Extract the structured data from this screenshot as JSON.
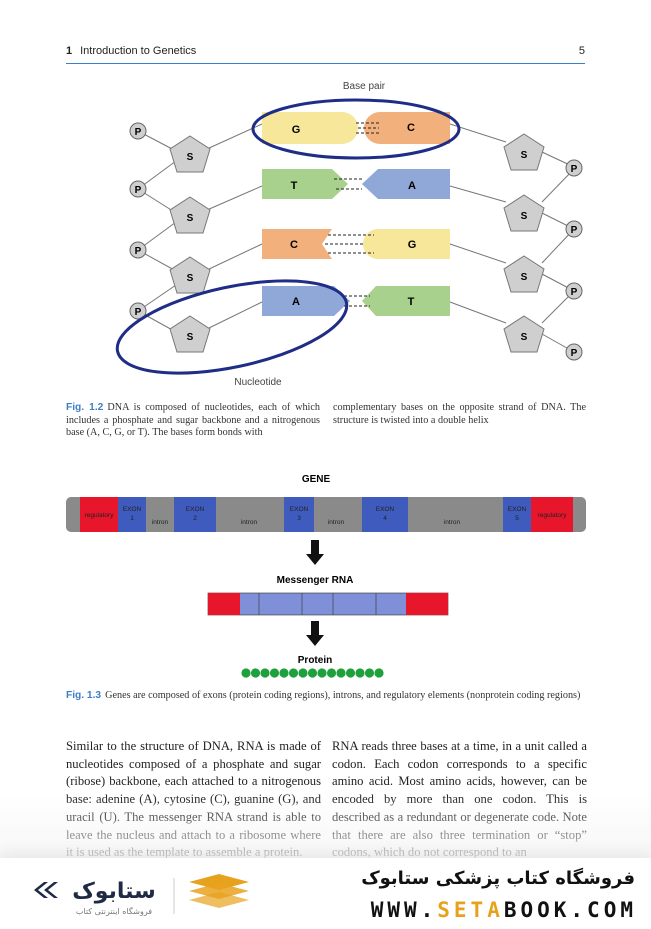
{
  "header": {
    "chapter_num": "1",
    "chapter_title": "Introduction to Genetics",
    "page_number": "5"
  },
  "figure_1_2": {
    "label_base_pair": "Base pair",
    "label_nucleotide": "Nucleotide",
    "phosphate": "P",
    "sugar": "S",
    "left_bases": [
      "G",
      "T",
      "C",
      "A"
    ],
    "right_bases": [
      "C",
      "A",
      "G",
      "T"
    ],
    "colors": {
      "G": "#f6e79a",
      "C": "#f2b07d",
      "T": "#a8d18d",
      "A": "#8fa8d8",
      "ellipse": "#1f2d87",
      "shape_fill": "#cfcfcf"
    },
    "caption_label": "Fig. 1.2",
    "caption_col1": "DNA is composed of nucleotides, each of which includes a phosphate and sugar backbone and a nitrogenous base (A, C, G, or T). The bases form bonds with",
    "caption_col2": "complementary bases on the opposite strand of DNA. The structure is twisted into a double helix"
  },
  "figure_1_3": {
    "title": "GENE",
    "segments": [
      {
        "label": "regulatory",
        "kind": "regulatory"
      },
      {
        "label": "EXON\n1",
        "kind": "exon"
      },
      {
        "label": "intron",
        "kind": "intron"
      },
      {
        "label": "EXON\n2",
        "kind": "exon"
      },
      {
        "label": "intron",
        "kind": "intron"
      },
      {
        "label": "EXON\n3",
        "kind": "exon"
      },
      {
        "label": "intron",
        "kind": "intron"
      },
      {
        "label": "EXON\n4",
        "kind": "exon"
      },
      {
        "label": "intron",
        "kind": "intron"
      },
      {
        "label": "EXON\n5",
        "kind": "exon"
      },
      {
        "label": "regulatory",
        "kind": "regulatory"
      }
    ],
    "mrna_label": "Messenger RNA",
    "protein_label": "Protein",
    "protein_bead_count": 15,
    "colors": {
      "regulatory": "#e8162b",
      "exon": "#3e5bbd",
      "intron": "#8a8a8a",
      "mrna_exon": "#7f8fd8",
      "protein": "#1ea13c"
    },
    "caption_label": "Fig. 1.3",
    "caption": "Genes are composed of exons (protein coding regions), introns, and regulatory elements (nonprotein coding regions)"
  },
  "body": {
    "col1": "Similar to the structure of DNA, RNA is made of nucleotides composed of a phosphate and sugar (ribose) backbone, each attached to a nitrogenous base: adenine (A), cytosine (C), guanine (G), and uracil (U). The messenger RNA strand is able to leave the nucleus and attach to a ribosome where it is used as the template to assemble a protein.",
    "col2": "RNA reads three bases at a time, in a unit called a codon. Each codon corresponds to a specific amino acid. Most amino acids, however, can be encoded by more than one codon. This is described as a redundant or degenerate code. Note that there are also three termination or “stop” codons, which do not correspond to an"
  },
  "banner": {
    "logo_text": "ستابوک",
    "logo_sub": "فروشگاه اینترنتی کتاب",
    "store_name_fa": "فروشگاه کتاب پزشکی ستابوک",
    "url_pre": "WWW.",
    "url_hl": "SETA",
    "url_post": "BOOK.COM",
    "accent": "#e7a21d"
  }
}
